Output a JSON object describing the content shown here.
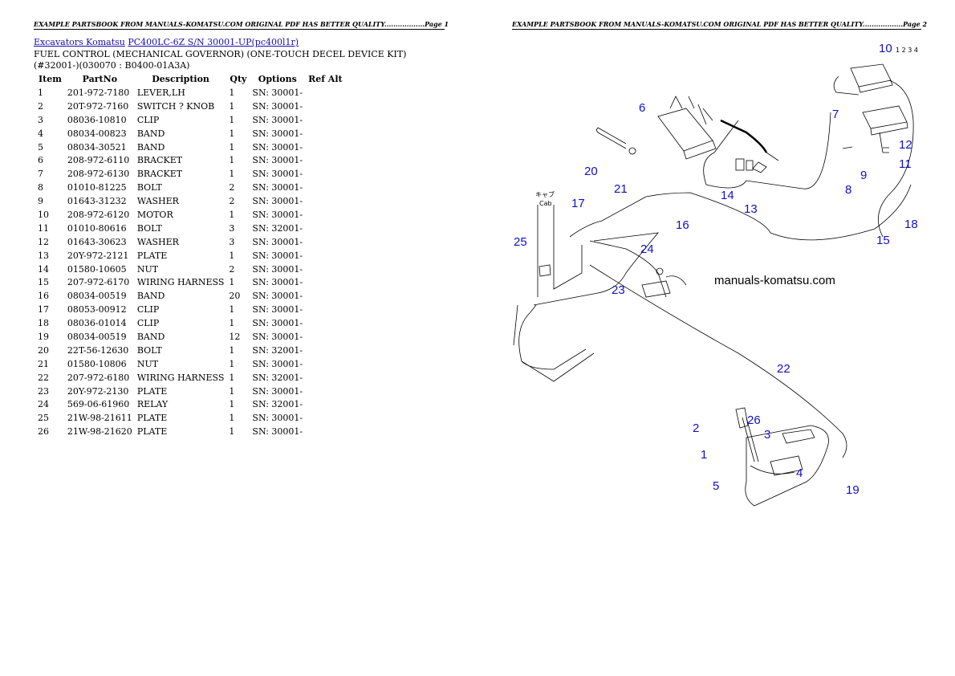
{
  "header": {
    "left": "EXAMPLE PARTSBOOK FROM MANUALS-KOMATSU.COM ORIGINAL PDF HAS BETTER QUALITY..................Page 1",
    "right": "EXAMPLE PARTSBOOK FROM MANUALS-KOMATSU.COM ORIGINAL PDF HAS BETTER QUALITY..................Page 2"
  },
  "breadcrumb": {
    "link1": "Excavators Komatsu",
    "link2": "PC400LC-6Z S/N 30001-UP(pc400l1r)"
  },
  "title": "FUEL CONTROL (MECHANICAL GOVERNOR) (ONE-TOUCH DECEL DEVICE KIT)(#32001-)(030070 : B0400-01A3A)",
  "table": {
    "headers": [
      "Item",
      "PartNo",
      "Description",
      "Qty",
      "Options",
      "Ref Alt"
    ],
    "rows": [
      [
        "1",
        "201-972-7180",
        "LEVER,LH",
        "1",
        "SN: 30001-"
      ],
      [
        "2",
        "20T-972-7160",
        "SWITCH ? KNOB",
        "1",
        "SN: 30001-"
      ],
      [
        "3",
        "08036-10810",
        "CLIP",
        "1",
        "SN: 30001-"
      ],
      [
        "4",
        "08034-00823",
        "BAND",
        "1",
        "SN: 30001-"
      ],
      [
        "5",
        "08034-30521",
        "BAND",
        "1",
        "SN: 30001-"
      ],
      [
        "6",
        "208-972-6110",
        "BRACKET",
        "1",
        "SN: 30001-"
      ],
      [
        "7",
        "208-972-6130",
        "BRACKET",
        "1",
        "SN: 30001-"
      ],
      [
        "8",
        "01010-81225",
        "BOLT",
        "2",
        "SN: 30001-"
      ],
      [
        "9",
        "01643-31232",
        "WASHER",
        "2",
        "SN: 30001-"
      ],
      [
        "10",
        "208-972-6120",
        "MOTOR",
        "1",
        "SN: 30001-"
      ],
      [
        "11",
        "01010-80616",
        "BOLT",
        "3",
        "SN: 32001-"
      ],
      [
        "12",
        "01643-30623",
        "WASHER",
        "3",
        "SN: 30001-"
      ],
      [
        "13",
        "20Y-972-2121",
        "PLATE",
        "1",
        "SN: 30001-"
      ],
      [
        "14",
        "01580-10605",
        "NUT",
        "2",
        "SN: 30001-"
      ],
      [
        "15",
        "207-972-6170",
        "WIRING HARNESS",
        "1",
        "SN: 30001-"
      ],
      [
        "16",
        "08034-00519",
        "BAND",
        "20",
        "SN: 30001-"
      ],
      [
        "17",
        "08053-00912",
        "CLIP",
        "1",
        "SN: 30001-"
      ],
      [
        "18",
        "08036-01014",
        "CLIP",
        "1",
        "SN: 30001-"
      ],
      [
        "19",
        "08034-00519",
        "BAND",
        "12",
        "SN: 30001-"
      ],
      [
        "20",
        "22T-56-12630",
        "BOLT",
        "1",
        "SN: 32001-"
      ],
      [
        "21",
        "01580-10806",
        "NUT",
        "1",
        "SN: 30001-"
      ],
      [
        "22",
        "207-972-6180",
        "WIRING HARNESS",
        "1",
        "SN: 32001-"
      ],
      [
        "23",
        "20Y-972-2130",
        "PLATE",
        "1",
        "SN: 30001-"
      ],
      [
        "24",
        "569-06-61960",
        "RELAY",
        "1",
        "SN: 32001-"
      ],
      [
        "25",
        "21W-98-21611",
        "PLATE",
        "1",
        "SN: 30001-"
      ],
      [
        "26",
        "21W-98-21620",
        "PLATE",
        "1",
        "SN: 30001-"
      ]
    ]
  },
  "diagram": {
    "watermark": "manuals-komatsu.com",
    "cab_label_jp": "キャブ",
    "cab_label": "Cab",
    "small_digits": "1 2 3 4",
    "callouts": [
      "1",
      "2",
      "3",
      "4",
      "5",
      "6",
      "7",
      "8",
      "9",
      "10",
      "11",
      "12",
      "13",
      "14",
      "15",
      "16",
      "17",
      "18",
      "19",
      "20",
      "21",
      "22",
      "23",
      "24",
      "25",
      "26"
    ],
    "callout_color": "#1010c8"
  }
}
